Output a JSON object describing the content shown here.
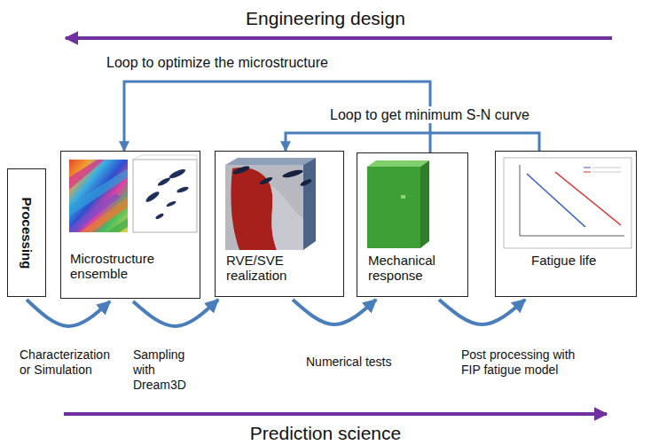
{
  "diagram": {
    "nodes": [
      {
        "text": [
          "Processing"
        ]
      },
      {
        "text": [
          "Microstructure ensemble"
        ]
      },
      {
        "text": [
          "RVE/SVE realization"
        ]
      },
      {
        "text": [
          "Mechanical response"
        ]
      },
      {
        "text": [
          "Fatigue life"
        ]
      }
    ],
    "edges": [
      {
        "from": 3,
        "to": 1,
        "arrow": "to",
        "label": "Loop to optimize the microstructure"
      },
      {
        "from": 4,
        "to": 2,
        "arrow": "to",
        "label": "Loop to get minimum S-N curve"
      },
      {
        "from": 0,
        "to": 1,
        "arrow": "to",
        "label": "Characterization or Simulation"
      },
      {
        "from": 1,
        "to": 2,
        "arrow": "to",
        "label": "Sampling with Dream3D"
      },
      {
        "from": 2,
        "to": 3,
        "arrow": "to",
        "label": "Numerical tests"
      },
      {
        "from": 3,
        "to": 4,
        "arrow": "to",
        "label": "Post processing with FIP fatigue model"
      }
    ],
    "labels": [
      "Engineering design",
      "Prediction science"
    ]
  }
}
